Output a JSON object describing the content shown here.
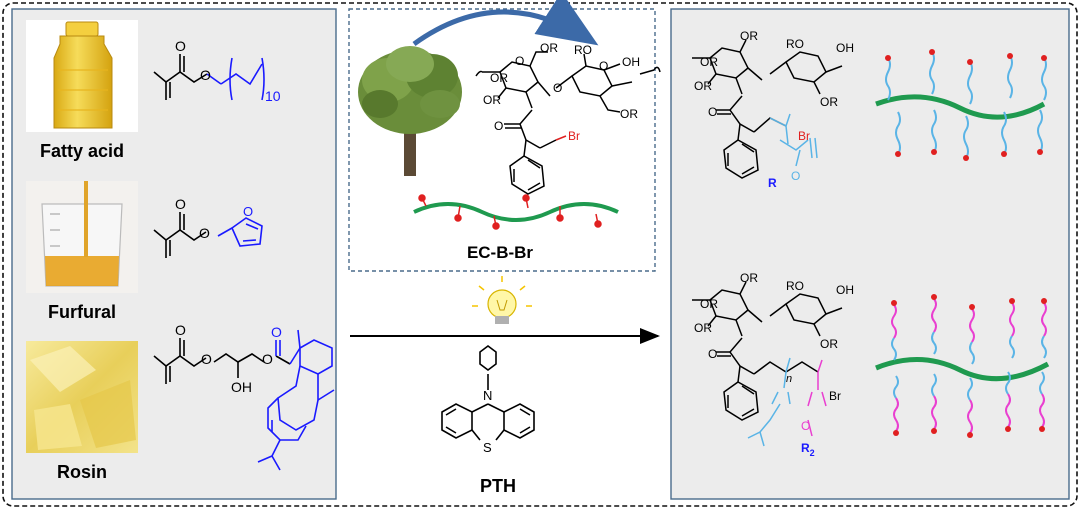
{
  "sources": {
    "fatty_acid": "Fatty acid",
    "furfural": "Furfural",
    "rosin": "Rosin"
  },
  "monomer_labels": {
    "lauryl_repeat": "10",
    "hydroxyl": "OH"
  },
  "cellulose": {
    "substituent": "OR",
    "bromine": "Br",
    "macroinitiator": "EC-B-Br"
  },
  "products": {
    "substituent": "OR",
    "bromine": "Br",
    "side_group_1": "R",
    "side_group_2": "R",
    "side_group_2_subscript": "2",
    "ring_oxygen": "O",
    "repeat_n": "n"
  },
  "catalyst": {
    "name": "PTH",
    "nitrogen": "N",
    "sulfur": "S"
  },
  "colors": {
    "panel_fill": "#ececec",
    "panel_border": "#4a6b8c",
    "blue_structure": "#1a1aff",
    "light_blue_chain": "#5ab4e6",
    "magenta_chain": "#e93fd0",
    "green_backbone": "#1f9a4f",
    "red_bead": "#e02020",
    "arrow_blue": "#3c6aa8"
  }
}
